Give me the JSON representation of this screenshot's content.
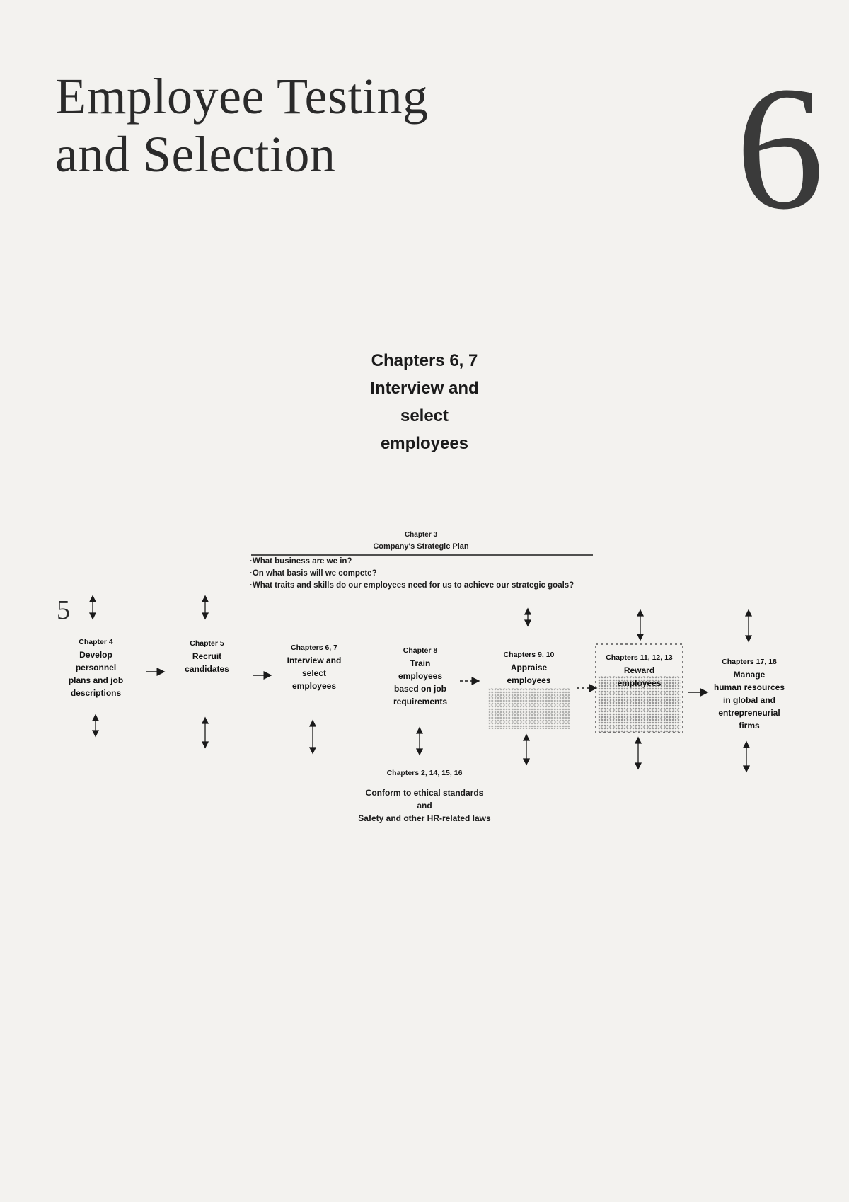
{
  "page": {
    "title_line1": "Employee Testing",
    "title_line2": "and Selection",
    "chapter_number": "6",
    "margin_mark": "5"
  },
  "focus": {
    "line1": "Chapters 6, 7",
    "line2": "Interview and",
    "line3": "select",
    "line4": "employees"
  },
  "strategy": {
    "chapter": "Chapter 3",
    "title": "Company's Strategic Plan",
    "questions": [
      "What business are we in?",
      "On what basis will we compete?",
      "What traits and skills do our employees need for us to achieve our strategic goals?"
    ]
  },
  "boxes": [
    {
      "chapter": "Chapter 4",
      "lines": [
        "Develop",
        "personnel",
        "plans and job",
        "descriptions"
      ]
    },
    {
      "chapter": "Chapter 5",
      "lines": [
        "Recruit",
        "candidates"
      ]
    },
    {
      "chapter": "Chapters 6, 7",
      "lines": [
        "Interview and",
        "select",
        "employees"
      ]
    },
    {
      "chapter": "Chapter 8",
      "lines": [
        "Train",
        "employees",
        "based on job",
        "requirements"
      ]
    },
    {
      "chapter": "Chapters 9, 10",
      "lines": [
        "Appraise",
        "employees"
      ]
    },
    {
      "chapter": "Chapters 11, 12, 13",
      "lines": [
        "Reward",
        "employees"
      ]
    },
    {
      "chapter": "Chapters 17, 18",
      "lines": [
        "Manage",
        "human resources",
        "in global and",
        "entrepreneurial",
        "firms"
      ]
    }
  ],
  "ethics": {
    "chapter": "Chapters 2, 14, 15, 16",
    "line1": "Conform to ethical standards",
    "line2": "and",
    "line3": "Safety and other HR-related laws"
  }
}
